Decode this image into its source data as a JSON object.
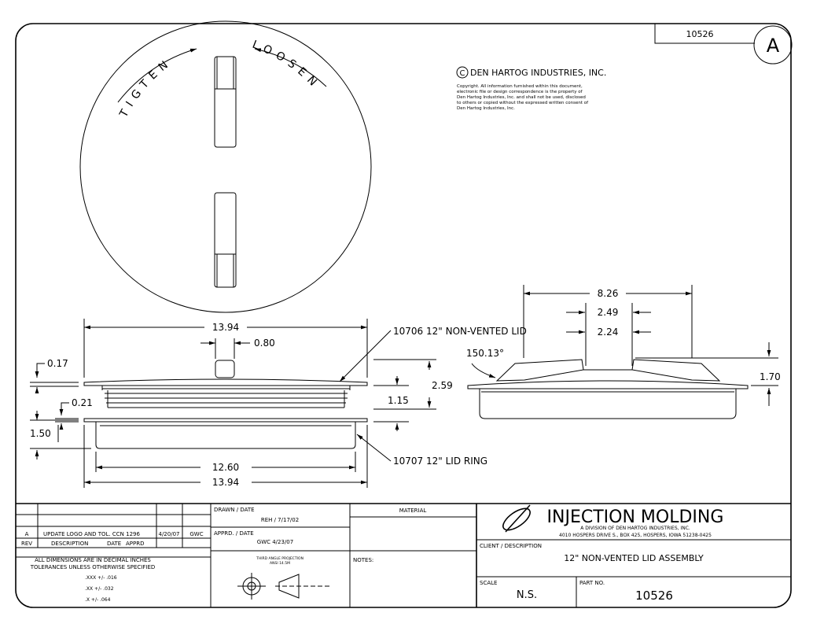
{
  "drawing_number_box": "10526",
  "revision_circle": "A",
  "copyright": {
    "symbol": "C",
    "company": "DEN HARTOG INDUSTRIES, INC.",
    "notice": [
      "Copyright. All information furnished within this document,",
      "electronic file or design correspondence is the property of",
      "Den Hartog Industries, Inc. and shall not be used, disclosed",
      "to others or copied without the expressed written consent of",
      "Den Hartog Industries, Inc."
    ]
  },
  "top_view": {
    "arc_left_text": "TIGTEN",
    "arc_right_text": "LOOSEN"
  },
  "front_view_dims": {
    "overall_width": "13.94",
    "tab_width": "0.80",
    "lid_callout": "10706 12\" NON-VENTED LID",
    "lid_thickness": "0.17",
    "height_total": "2.59",
    "ring_gap": "0.21",
    "thread_height": "1.15",
    "ring_height": "1.50",
    "ring_callout": "10707 12\" LID RING",
    "ring_inner_width": "12.60",
    "ring_outer_width": "13.94"
  },
  "side_view_dims": {
    "top_width": "8.26",
    "mid_width": "2.49",
    "inner_width": "2.24",
    "angle": "150.13°",
    "height": "1.70"
  },
  "title_block": {
    "rev_rows": [
      {
        "rev": "A",
        "description": "UPDATE LOGO AND TOL.  CCN 1296",
        "date": "4/20/07",
        "appr": "GWC"
      }
    ],
    "rev_header": {
      "rev": "REV",
      "description": "DESCRIPTION",
      "date": "DATE",
      "appr": "APPRD"
    },
    "tolerance_title": "ALL DIMENSIONS ARE IN DECIMAL INCHES",
    "tolerance_subtitle": "TOLERANCES UNLESS OTHERWISE SPECIFIED",
    "tolerances": [
      ".XXX +/- .016",
      ".XX +/- .032",
      ".X +/- .064"
    ],
    "drawn_label": "DRAWN / DATE",
    "drawn_value": "REH / 7/17/02",
    "approved_label": "APPRD. / DATE",
    "approved_value": "GWC  4/23/07",
    "projection_title": "THIRD ANGLE PROJECTION",
    "projection_std": "ANSI 14.5M",
    "material_label": "MATERIAL",
    "notes_label": "NOTES:",
    "company_name": "INJECTION  MOLDING",
    "company_division": "A DIVISION OF DEN HARTOG INDUSTRIES, INC.",
    "company_address": "4010 HOSPERS DRIVE S., BOX 425, HOSPERS, IOWA 51238-0425",
    "client_label": "CLIENT / DESCRIPTION",
    "description": "12\" NON-VENTED LID ASSEMBLY",
    "scale_label": "SCALE",
    "scale_value": "N.S.",
    "part_label": "PART NO.",
    "part_value": "10526"
  }
}
